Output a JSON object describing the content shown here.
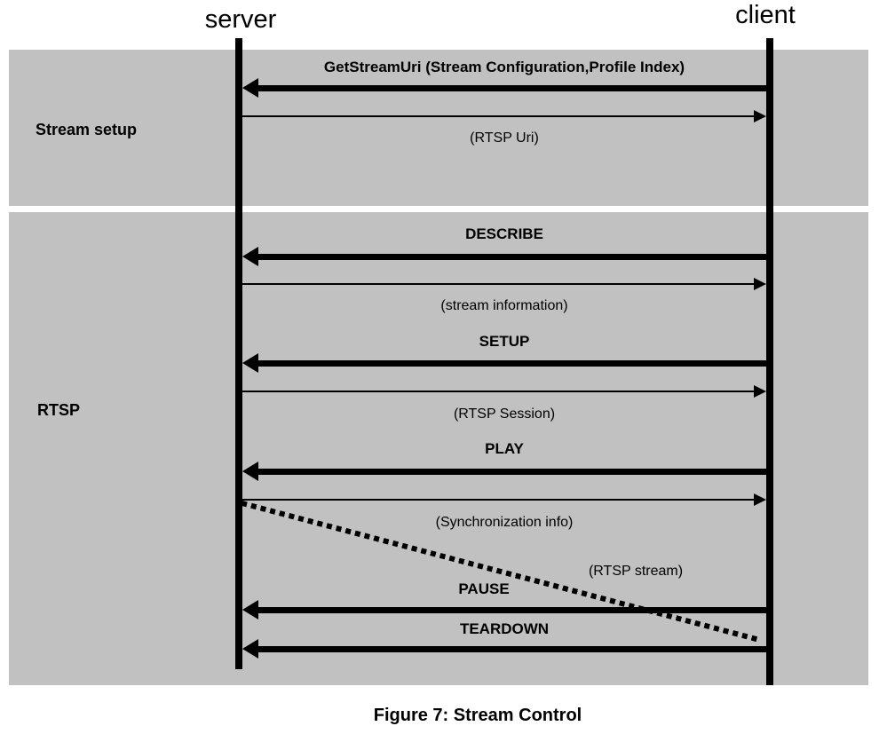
{
  "figure": {
    "caption": "Figure 7: Stream Control",
    "participants": {
      "left": "server",
      "right": "client"
    },
    "sections": [
      {
        "label": "Stream setup"
      },
      {
        "label": "RTSP"
      }
    ],
    "messages": [
      {
        "label": "GetStreamUri (Stream Configuration,Profile Index)",
        "from": "client",
        "to": "server",
        "kind": "request"
      },
      {
        "label": "(RTSP Uri)",
        "from": "server",
        "to": "client",
        "kind": "response"
      },
      {
        "label": "DESCRIBE",
        "from": "client",
        "to": "server",
        "kind": "request"
      },
      {
        "label": "(stream information)",
        "from": "server",
        "to": "client",
        "kind": "response"
      },
      {
        "label": "SETUP",
        "from": "client",
        "to": "server",
        "kind": "request"
      },
      {
        "label": "(RTSP Session)",
        "from": "server",
        "to": "client",
        "kind": "response"
      },
      {
        "label": "PLAY",
        "from": "client",
        "to": "server",
        "kind": "request"
      },
      {
        "label": "(Synchronization info)",
        "from": "server",
        "to": "client",
        "kind": "response"
      },
      {
        "label": "(RTSP stream)",
        "from": "server",
        "to": "client",
        "kind": "dotted-stream"
      },
      {
        "label": "PAUSE",
        "from": "client",
        "to": "server",
        "kind": "request"
      },
      {
        "label": "TEARDOWN",
        "from": "client",
        "to": "server",
        "kind": "request"
      }
    ],
    "colors": {
      "band": "#c1c1c1",
      "line": "#000000",
      "background": "#ffffff",
      "text": "#000000"
    }
  }
}
